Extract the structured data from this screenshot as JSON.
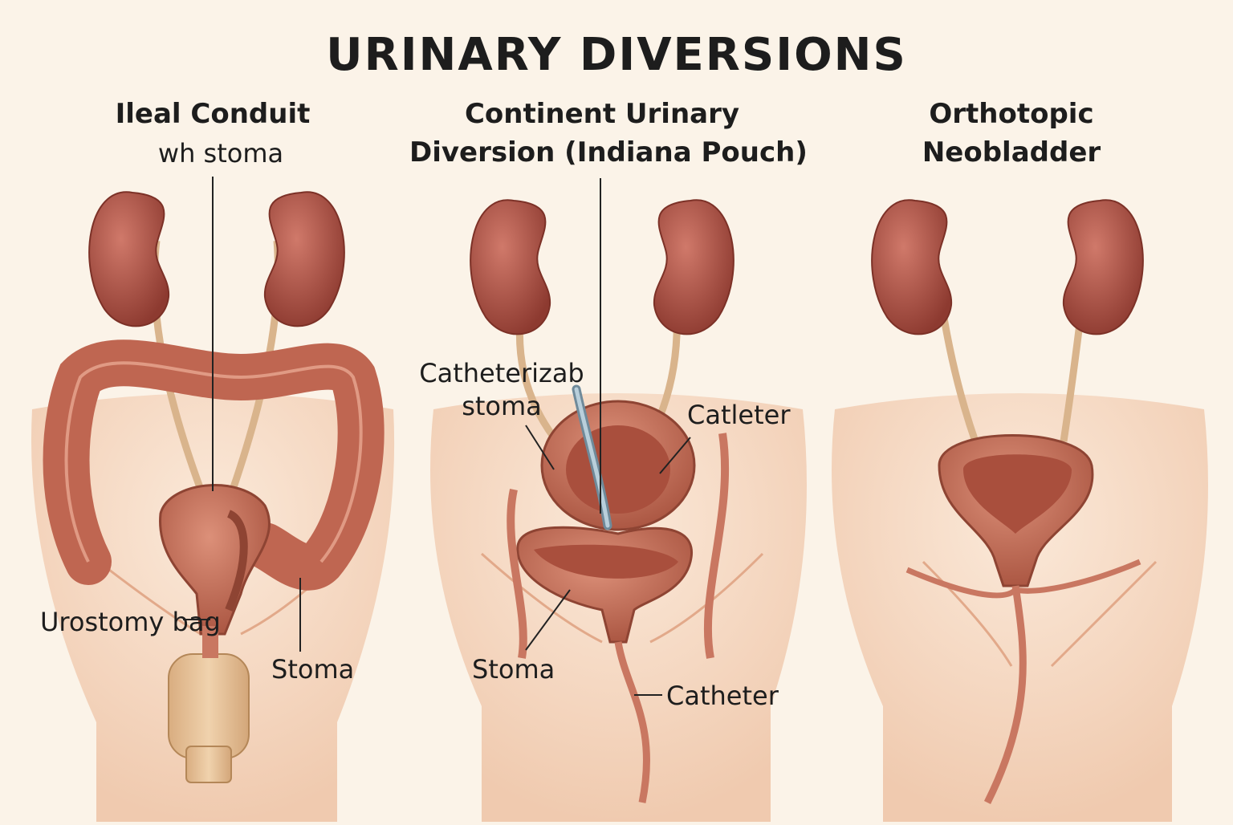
{
  "title": "URINARY DIVERSIONS",
  "panels": [
    {
      "title": "Ileal Conduit",
      "subtitle": "wh stoma",
      "labels": {
        "urostomy_bag": "Urostomy bag",
        "stoma": "Stoma"
      }
    },
    {
      "title_line1": "Continent Urinary",
      "title_line2": "Diversion (Indiana Pouch)",
      "labels": {
        "catheterizable_line1": "Catheterizab",
        "catheterizable_line2": "stoma",
        "catleter": "Catleter",
        "stoma": "Stoma",
        "catheter": "Catheter"
      }
    },
    {
      "title_line1": "Orthotopic",
      "title_line2": "Neobladder"
    }
  ],
  "colors": {
    "background": "#fbf3e8",
    "skin": "#f3d2b8",
    "kidney": "#b5584a",
    "kidney_dark": "#8d3a30",
    "organ": "#cf7a63",
    "organ_dark": "#9e4a3a",
    "ureter": "#d9b48c",
    "bag": "#e2bd92",
    "catheter_tube": "#8fa9b8",
    "text": "#1d1d1d"
  }
}
